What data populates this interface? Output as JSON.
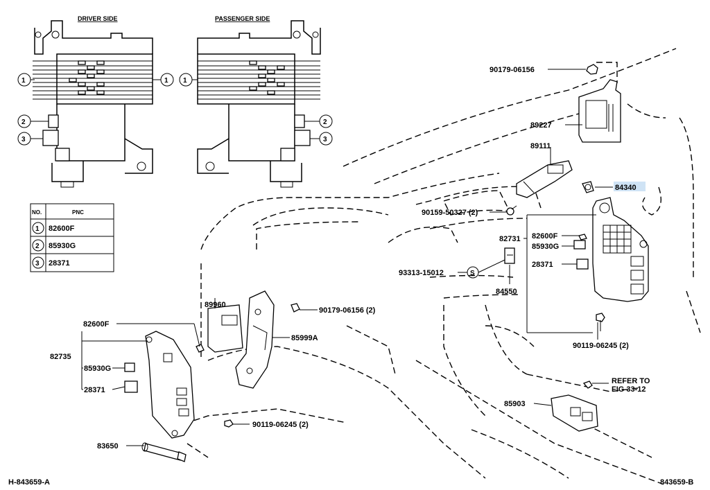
{
  "headers": {
    "driver_side": "DRIVER SIDE",
    "passenger_side": "PASSENGER SIDE"
  },
  "callout_numbers": [
    "1",
    "2",
    "3"
  ],
  "pnc_table": {
    "col_no": "NO.",
    "col_pnc": "PNC",
    "rows": [
      {
        "no": "1",
        "pnc": "82600F"
      },
      {
        "no": "2",
        "pnc": "85930G"
      },
      {
        "no": "3",
        "pnc": "28371"
      }
    ]
  },
  "part_labels": {
    "p90179_06156_top": "90179-06156",
    "p89227": "89227",
    "p89111": "89111",
    "p84340": "84340",
    "p90159_50327": "90159-50327 (2)",
    "p82731": "82731",
    "p82600F_right": "82600F",
    "p85930G_right": "85930G",
    "p28371_right": "28371",
    "p93313_15012": "93313-15012",
    "s_marker": "S",
    "p84550": "84550",
    "p90119_06245_right": "90119-06245 (2)",
    "p89960": "89960",
    "p90179_06156_mid": "90179-06156 (2)",
    "p85999A": "85999A",
    "p82600F_left": "82600F",
    "p82735": "82735",
    "p85930G_left": "85930G",
    "p28371_left": "28371",
    "p90119_06245_left": "90119-06245 (2)",
    "p83650": "83650",
    "refer_line1": "REFER TO",
    "refer_line2": "FIG 33-12",
    "p85903": "85903"
  },
  "footer": {
    "left_code": "H-843659-A",
    "right_code": "843659-B"
  },
  "highlight_color": "#cfe3f5"
}
